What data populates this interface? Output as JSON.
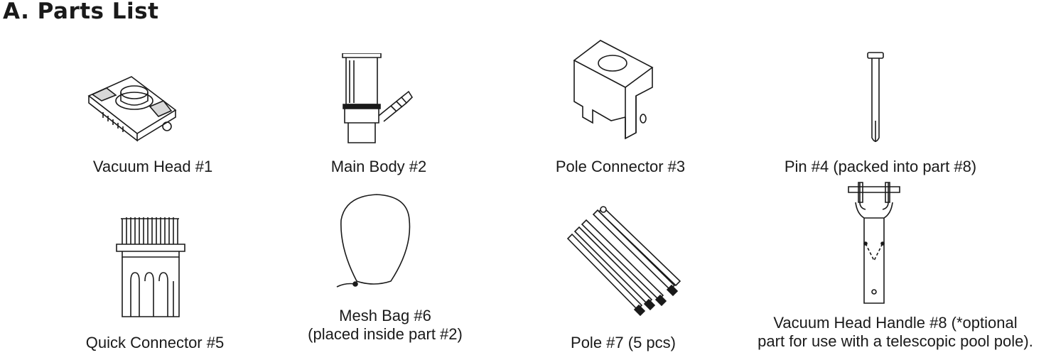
{
  "section": {
    "title": "A. Parts List"
  },
  "parts": [
    {
      "icon": "vacuum-head-icon",
      "lines": [
        "Vacuum Head #1"
      ]
    },
    {
      "icon": "main-body-icon",
      "lines": [
        "Main Body #2"
      ]
    },
    {
      "icon": "pole-connector-icon",
      "lines": [
        "Pole Connector #3"
      ]
    },
    {
      "icon": "pin-icon",
      "lines": [
        "Pin #4 (packed into part #8)"
      ]
    },
    {
      "icon": "quick-connector-icon",
      "lines": [
        "Quick Connector #5"
      ]
    },
    {
      "icon": "mesh-bag-icon",
      "lines": [
        "Mesh Bag #6",
        "(placed inside part #2)"
      ]
    },
    {
      "icon": "pole-icon",
      "lines": [
        "Pole #7 (5 pcs)"
      ]
    },
    {
      "icon": "vacuum-head-handle-icon",
      "lines": [
        "Vacuum Head Handle #8 (*optional",
        "part for use with a telescopic pool pole)."
      ]
    }
  ]
}
